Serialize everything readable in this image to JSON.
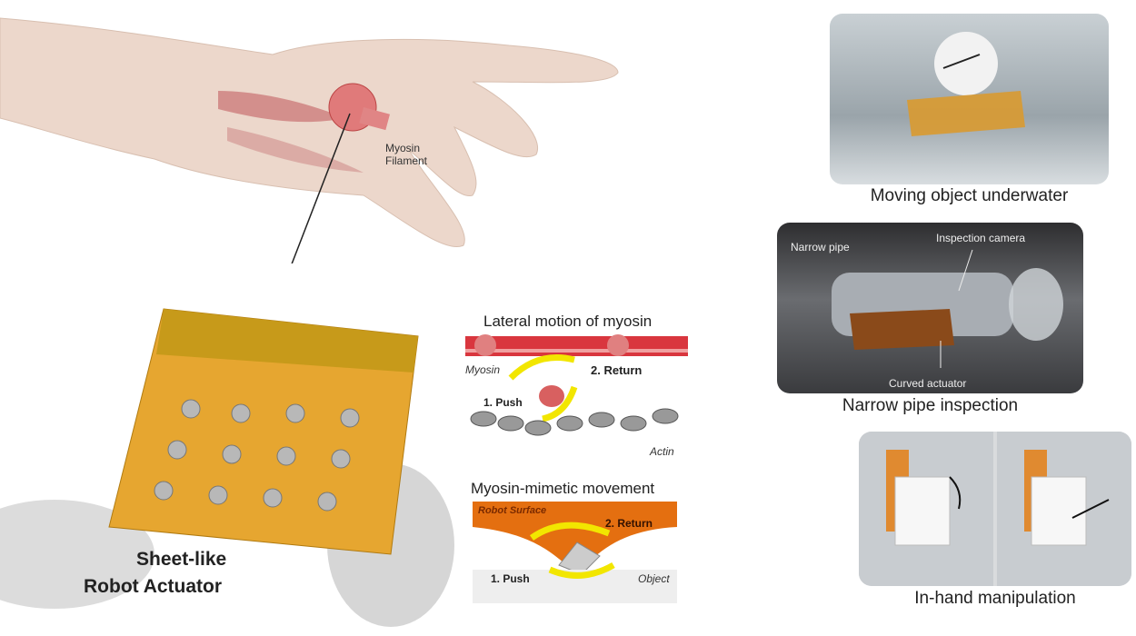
{
  "hand": {
    "label": "Myosin Filament"
  },
  "actuator": {
    "title_line1": "Sheet-like",
    "title_line2": "Robot Actuator"
  },
  "lateral": {
    "title": "Lateral motion of myosin",
    "myosin_label": "Myosin",
    "actin_label": "Actin",
    "push_label": "1. Push",
    "return_label": "2. Return"
  },
  "mimetic": {
    "title": "Myosin-mimetic movement",
    "surface_label": "Robot Surface",
    "object_label": "Object",
    "push_label": "1. Push",
    "return_label": "2. Return"
  },
  "applications": {
    "underwater": {
      "caption": "Moving object underwater"
    },
    "pipe": {
      "caption": "Narrow pipe inspection",
      "pipe_label": "Narrow pipe",
      "camera_label": "Inspection camera",
      "actuator_label": "Curved actuator"
    },
    "manipulation": {
      "caption": "In-hand manipulation"
    }
  },
  "colors": {
    "arrow": "#f2e600",
    "myosin": "#d9363e",
    "surface": "#e46f10",
    "actuator": "#e0a020"
  }
}
